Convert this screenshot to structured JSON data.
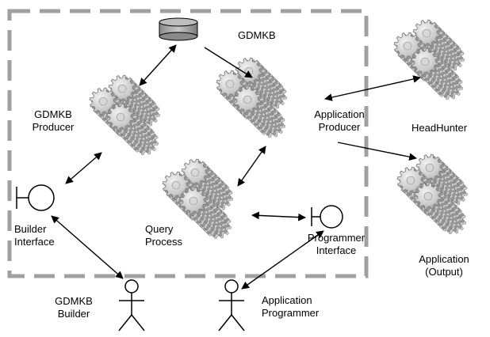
{
  "diagram": {
    "database": {
      "label": "GDMKB"
    },
    "producer": {
      "label_line1": "GDMKB",
      "label_line2": "Producer"
    },
    "app_producer": {
      "label_line1": "Application",
      "label_line2": "Producer"
    },
    "headhunter": {
      "label": "HeadHunter"
    },
    "query": {
      "label_line1": "Query",
      "label_line2": "Process"
    },
    "application_output": {
      "label_line1": "Application",
      "label_line2": "(Output)"
    },
    "builder_interface": {
      "label_line1": "Builder",
      "label_line2": "Interface"
    },
    "programmer_interface": {
      "label_line1": "Programmer",
      "label_line2": "Interface"
    },
    "builder_actor": {
      "label_line1": "GDMKB",
      "label_line2": "Builder"
    },
    "programmer_actor": {
      "label_line1": "Application",
      "label_line2": "Programmer"
    }
  },
  "colors": {
    "boundary": "#a0a0a0",
    "gear_light": "#e8e8e8",
    "gear_mid": "#b4b4b4",
    "gear_dark": "#6a6a6a",
    "line": "#000000"
  }
}
